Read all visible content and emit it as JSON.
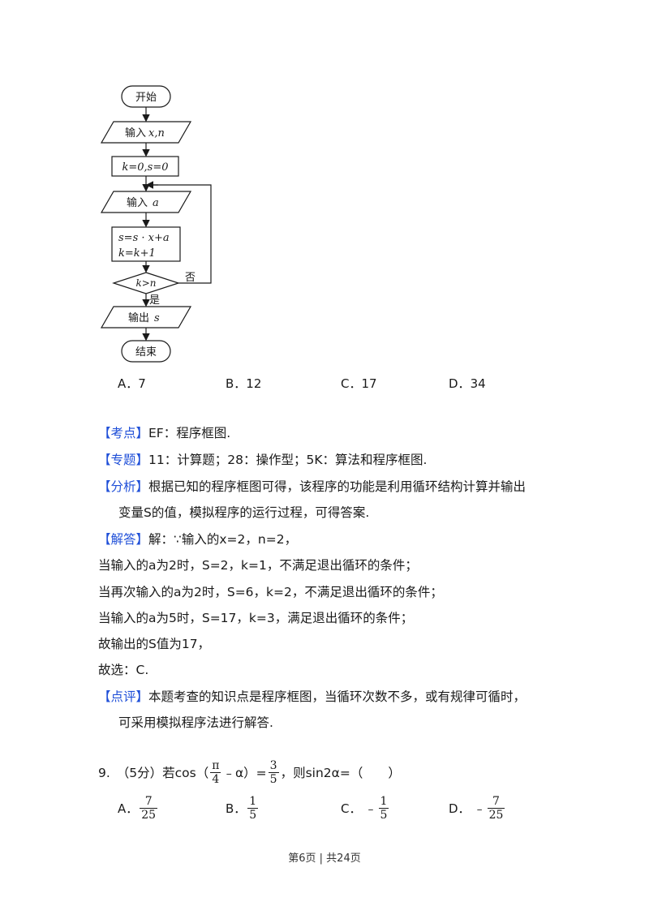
{
  "flowchart": {
    "start": "开始",
    "input_xn_prefix": "输入",
    "input_xn_vars": "x,n",
    "init": "k=0,s=0",
    "input_a_prefix": "输入",
    "input_a_var": "a",
    "update1": "s=s · x+a",
    "update2": "k=k+1",
    "condition": "k>n",
    "no_label": "否",
    "yes_label": "是",
    "output_prefix": "输出",
    "output_var": "s",
    "end": "结束"
  },
  "q8_options": [
    {
      "letter": "A．",
      "text": "7"
    },
    {
      "letter": "B．",
      "text": "12"
    },
    {
      "letter": "C．",
      "text": "17"
    },
    {
      "letter": "D．",
      "text": "34"
    }
  ],
  "analysis": {
    "kaodian_tag": "【考点】",
    "kaodian_text": "EF：程序框图.",
    "zhuanti_tag": "【专题】",
    "zhuanti_text": "11：计算题；28：操作型；5K：算法和程序框图.",
    "fenxi_tag": "【分析】",
    "fenxi_text1": "根据已知的程序框图可得，该程序的功能是利用循环结构计算并输出",
    "fenxi_text2": "变量S的值，模拟程序的运行过程，可得答案.",
    "jieda_tag": "【解答】",
    "jieda_text": "解：∵输入的x=2，n=2，",
    "step1": "当输入的a为2时，S=2，k=1，不满足退出循环的条件；",
    "step2": "当再次输入的a为2时，S=6，k=2，不满足退出循环的条件；",
    "step3": "当输入的a为5时，S=17，k=3，满足退出循环的条件；",
    "step4": "故输出的S值为17，",
    "step5": "故选：C.",
    "dianping_tag": "【点评】",
    "dianping_text1": "本题考查的知识点是程序框图，当循环次数不多，或有规律可循时，",
    "dianping_text2": "可采用模拟程序法进行解答."
  },
  "q9": {
    "number": "9.",
    "score": "（5分）若cos（",
    "pi": "π",
    "four": "4",
    "minus_alpha": "﹣α）=",
    "three": "3",
    "five": "5",
    "tail": "，则sin2α=（　　）",
    "options": [
      {
        "letter": "A．",
        "sign": "",
        "num": "7",
        "den": "25"
      },
      {
        "letter": "B．",
        "sign": "",
        "num": "1",
        "den": "5"
      },
      {
        "letter": "C．",
        "sign": "﹣",
        "num": "1",
        "den": "5"
      },
      {
        "letter": "D．",
        "sign": "﹣",
        "num": "7",
        "den": "25"
      }
    ]
  },
  "footer": "第6页 | 共24页"
}
